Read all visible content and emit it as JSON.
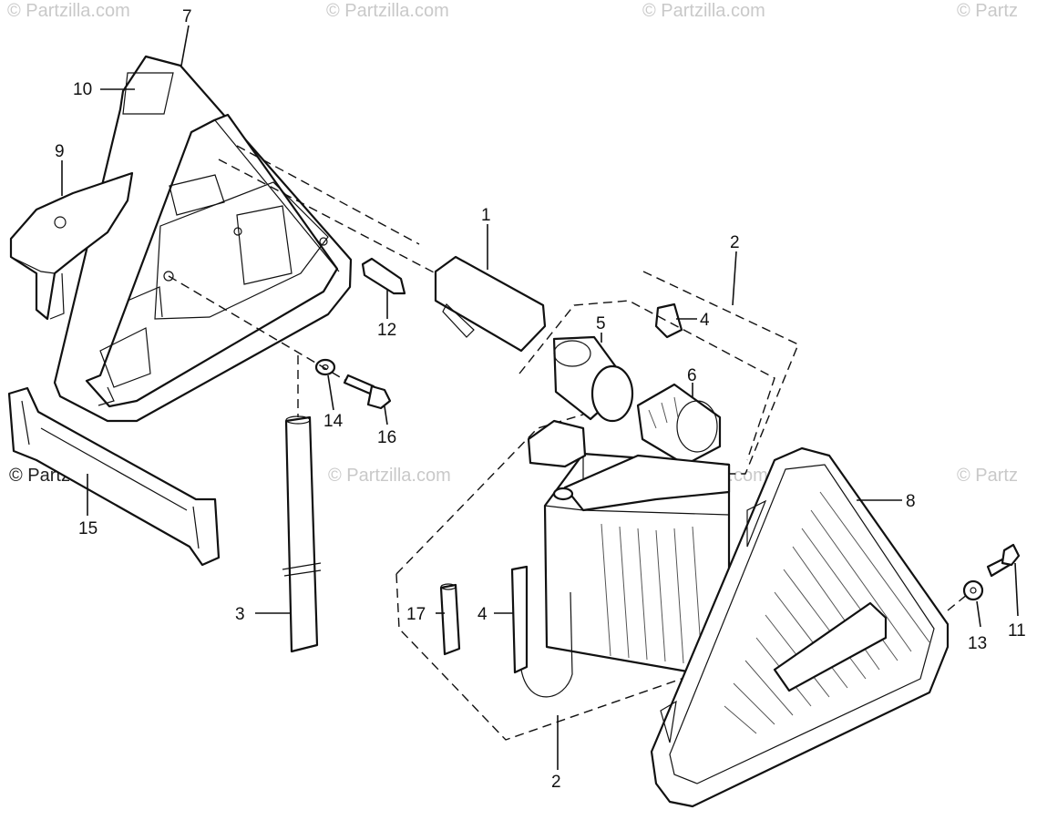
{
  "watermarks": {
    "top_1": "© Partzilla.com",
    "top_2": "© Partzilla.com",
    "top_3": "© Partzilla.com",
    "top_4": "© Partz",
    "mid_1": "© Partzilla.com",
    "mid_2": "© Partzilla.com",
    "mid_3": "© Partz"
  },
  "copyright": "© Partzilla.com",
  "callouts": {
    "c1": "1",
    "c2_top": "2",
    "c2_bottom": "2",
    "c3": "3",
    "c4_top": "4",
    "c4_bottom": "4",
    "c5": "5",
    "c6": "6",
    "c7": "7",
    "c8": "8",
    "c9": "9",
    "c10": "10",
    "c11": "11",
    "c12": "12",
    "c13": "13",
    "c14": "14",
    "c15": "15",
    "c16": "16",
    "c17": "17"
  }
}
